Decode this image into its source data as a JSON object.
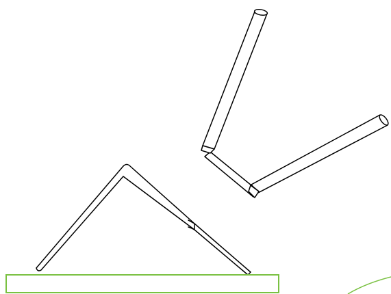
{
  "diagram": {
    "colors": {
      "background": "#ffffff",
      "stroke": "#000000",
      "surface": "#7ac142"
    },
    "parts": [
      "bent-rod",
      "folded-tube-assembly",
      "tube-joint",
      "base-surface",
      "partial-circle-arc"
    ]
  }
}
